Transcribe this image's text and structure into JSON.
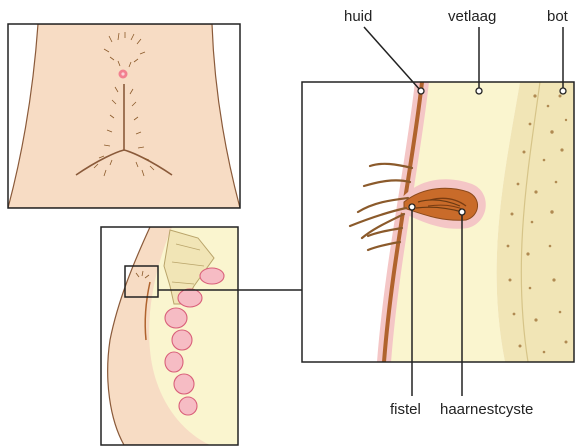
{
  "labels": {
    "skin": "huid",
    "fat_layer": "vetlaag",
    "bone": "bot",
    "fistula": "fistel",
    "pilonidal_cyst": "haarnestcyste"
  },
  "colors": {
    "skin_tone": "#f7dcc4",
    "skin_line": "#8a5a3a",
    "hair": "#8b5a2b",
    "skin_layer": "#b0632d",
    "skin_halo": "#f4c6c6",
    "fat": "#faf5cf",
    "bone": "#f1e5b6",
    "bone_spots": "#b08a52",
    "frame": "#222222",
    "cyst": "#c96b2a",
    "intestine": "#f6bcc4",
    "intestine_line": "#d9607a",
    "inflamed_spot": "#f28090"
  }
}
